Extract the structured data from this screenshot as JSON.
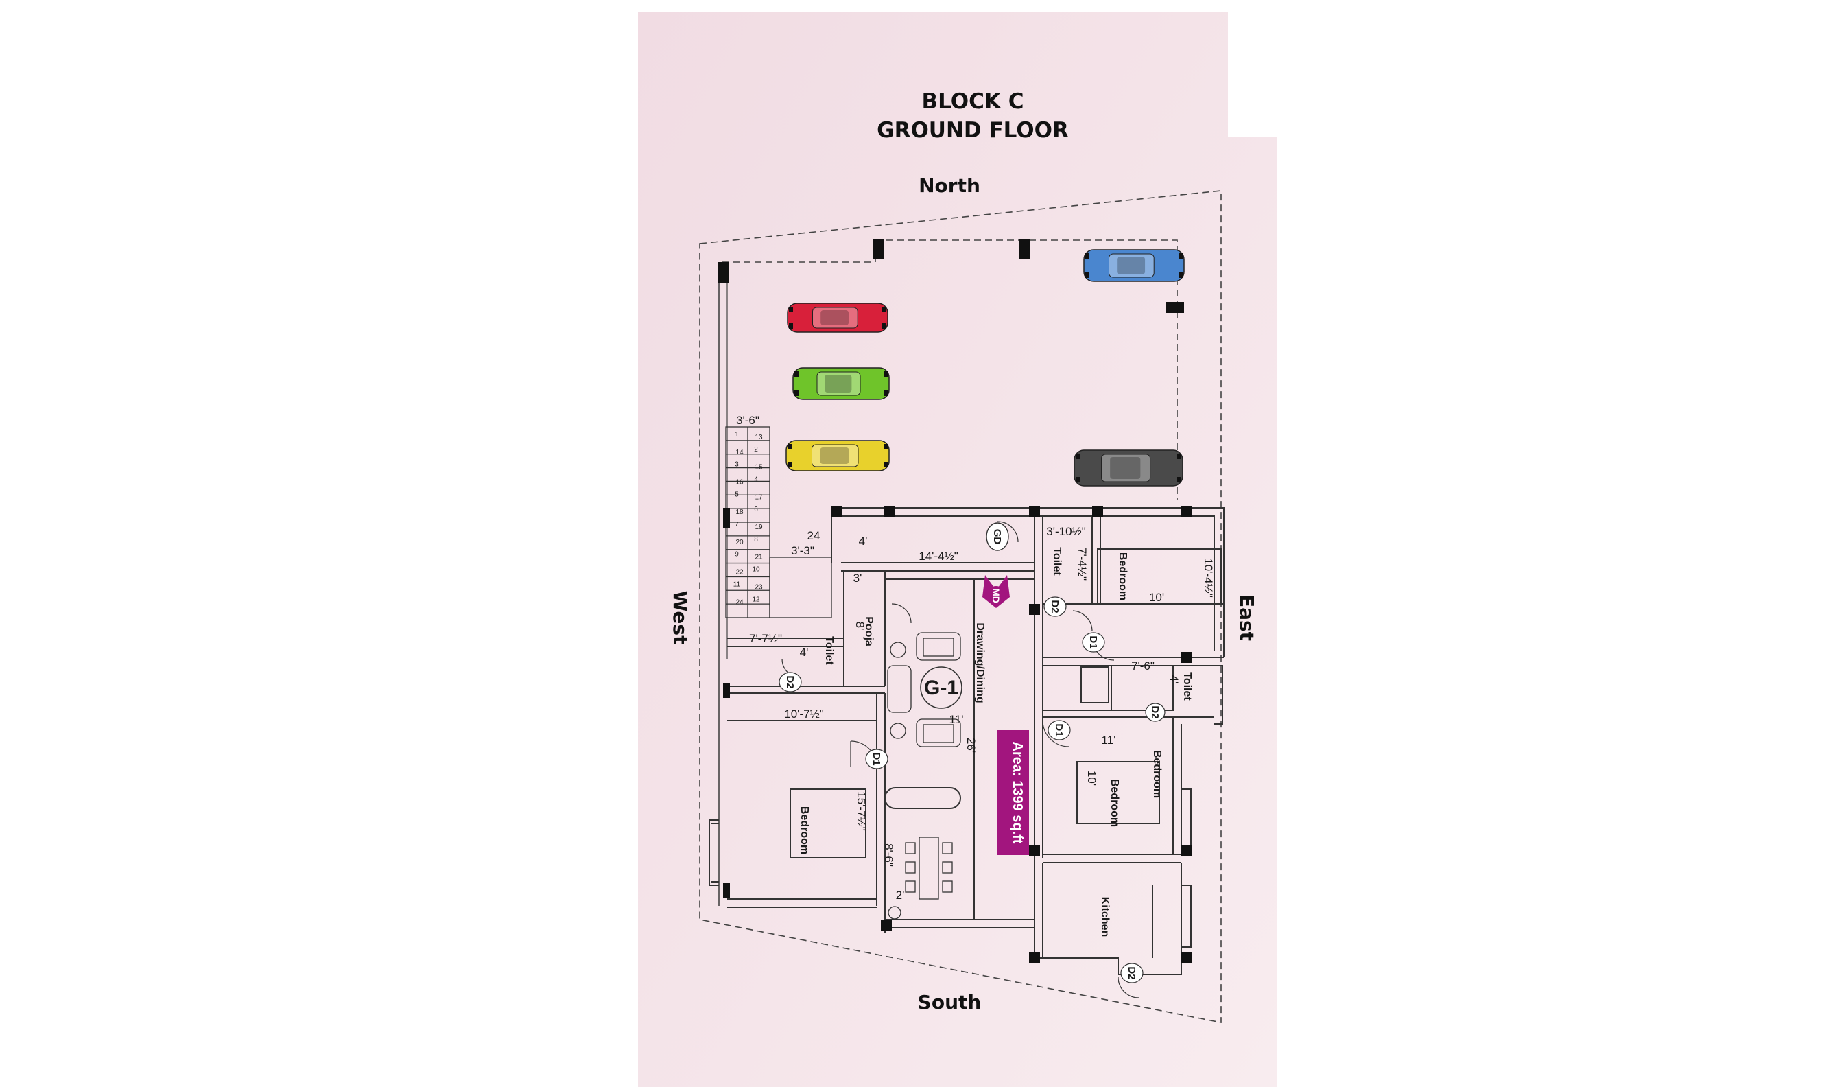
{
  "header": {
    "block": "BLOCK C",
    "floor": "GROUND FLOOR"
  },
  "compass": {
    "north": "North",
    "south": "South",
    "east": "East",
    "west": "West"
  },
  "unit": {
    "code": "G-1",
    "area": "Area: 1399 sq.ft",
    "area_color": "#a2157e"
  },
  "rooms": {
    "toilet_ne": "Toilet",
    "bedroom_ne": "Bedroom",
    "pooja": "Pooja",
    "toilet_w": "Toilet",
    "drawing_dining": "Drawing/Dining",
    "toilet_e": "Toilet",
    "bedroom_e": "Bedroom",
    "bedroom_e_inner": "Bedroom",
    "bedroom_w": "Bedroom",
    "kitchen": "Kitchen"
  },
  "doors": {
    "gd": "GD",
    "md": "MD",
    "d1": "D1",
    "d2": "D2"
  },
  "dimensions": {
    "stair_width": "3'-6\"",
    "landing_width": "3'-3\"",
    "landing_depth": "24",
    "foyer_width": "14'-4½\"",
    "foyer_depth": "4'",
    "toilet_ne_w": "3'-10½\"",
    "toilet_ne_l": "7'-4½\"",
    "bedroom_ne_w": "10'-4½\"",
    "bedroom_ne_l": "10'",
    "pooja_w": "3'",
    "pooja_l": "8'",
    "toilet_w_w": "7'-7½\"",
    "toilet_w_l": "4'",
    "toilet_e_w": "7'-6\"",
    "toilet_e_l": "4'",
    "bedroom_w_w": "10'-7½\"",
    "bedroom_w_l": "15'-7½\"",
    "drawing_w": "11'",
    "drawing_l": "26'",
    "bedroom_e_w": "11'",
    "bedroom_e_l": "10'",
    "wash_w": "8'-6\"",
    "wash_l": "2'"
  },
  "stair_steps": [
    "1",
    "2",
    "3",
    "4",
    "5",
    "6",
    "7",
    "8",
    "9",
    "10",
    "11",
    "12",
    "13",
    "14",
    "15",
    "16",
    "17",
    "18",
    "19",
    "20",
    "21",
    "22",
    "23",
    "24"
  ],
  "cars": [
    {
      "color": "#d8203a",
      "name": "red"
    },
    {
      "color": "#6fc42a",
      "name": "green"
    },
    {
      "color": "#e8d12c",
      "name": "yellow"
    },
    {
      "color": "#4a86cf",
      "name": "blue"
    },
    {
      "color": "#4a4a4a",
      "name": "dark-grey"
    }
  ],
  "colors": {
    "background": "#f5e2e7",
    "line": "#333333",
    "column": "#111111"
  }
}
